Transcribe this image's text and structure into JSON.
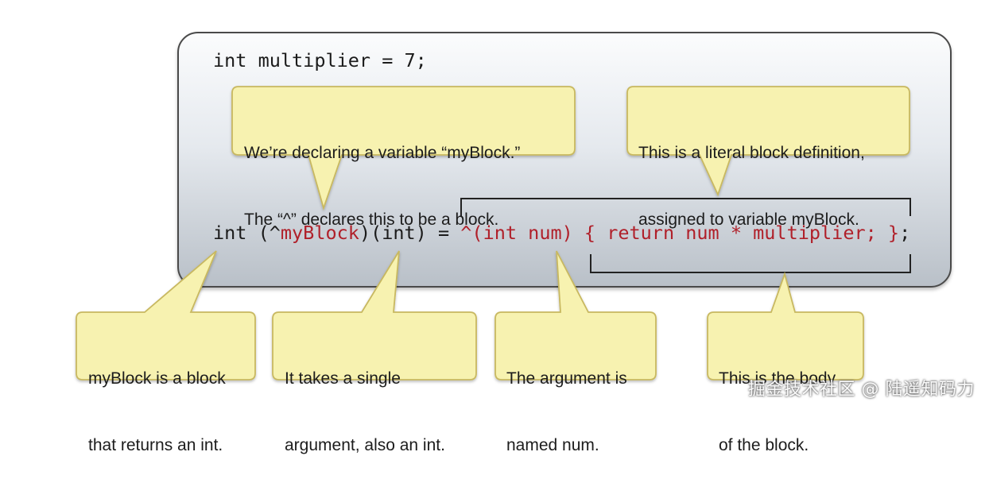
{
  "code": {
    "line1": "int multiplier = 7;",
    "line2": {
      "t1": "int (^",
      "t2": "myBlock",
      "t3": ")(int) = ",
      "t4": "^(int num) { return num * multiplier; }",
      "t5": ";"
    }
  },
  "callouts": {
    "declare": {
      "line1": "We’re declaring a variable “myBlock.”",
      "line2": "The “^” declares this to be a block."
    },
    "literal": {
      "line1": "This is a literal block definition,",
      "line2": "assigned to variable myBlock."
    },
    "returns": {
      "line1": "myBlock is a block",
      "line2": "that returns an int."
    },
    "argument": {
      "line1": "It takes a single",
      "line2": "argument, also an int."
    },
    "named": {
      "line1": "The argument is",
      "line2": "named num."
    },
    "body": {
      "line1": "This is the body",
      "line2": "of the block."
    }
  },
  "watermark": "掘金技术社区 @ 陆遥知码力",
  "colors": {
    "callout_fill": "#f7f2b0",
    "callout_stroke": "#c8b860",
    "code_highlight": "#b0202a"
  }
}
